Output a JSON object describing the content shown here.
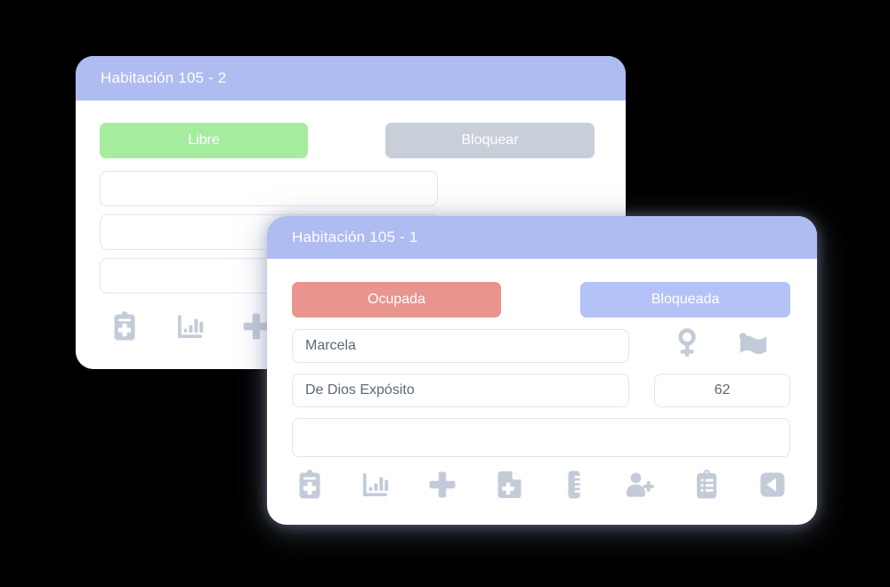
{
  "colors": {
    "stage_bg": "#000000",
    "header": "#aebcf2",
    "free": "#a6ec9f",
    "block_gray": "#c9cfd8",
    "occupied": "#e9948f",
    "blocked": "#b5c2f8",
    "icon_gray": "#c3cbd8",
    "text": "#5c6875"
  },
  "back_card": {
    "title": "Habitación 105 - 2",
    "status_label": "Libre",
    "action_label": "Bloquear",
    "input1": "",
    "input2": "",
    "input3": "",
    "toolbar_icons": [
      "clipboard-plus-icon",
      "bar-chart-icon",
      "plus-icon"
    ]
  },
  "front_card": {
    "title": "Habitación 105 - 1",
    "status_label": "Ocupada",
    "action_label": "Bloqueada",
    "first_name": "Marcela",
    "last_name": "De Dios Expósito",
    "age": "62",
    "notes": "",
    "meta_icons": [
      "female-icon",
      "flag-icon"
    ],
    "toolbar_icons": [
      "clipboard-plus-icon",
      "bar-chart-icon",
      "plus-icon",
      "file-plus-icon",
      "ruler-icon",
      "add-person-icon",
      "clipboard-list-icon",
      "back-icon"
    ]
  }
}
